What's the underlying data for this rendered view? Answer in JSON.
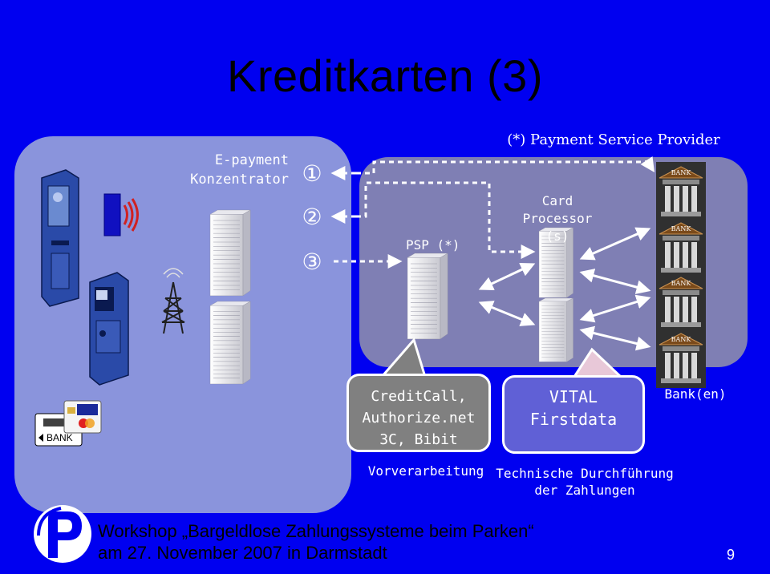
{
  "slide": {
    "title": "Kreditkarten (3)",
    "page_number": "9"
  },
  "diagram": {
    "concentrator_label": [
      "E-payment",
      "Konzentrator"
    ],
    "psp_header": "(*) Payment Service Provider",
    "card_processor_label": [
      "Card",
      "Processor (s)"
    ],
    "psp_label": "PSP (*)",
    "steps": [
      "①",
      "②",
      "③"
    ],
    "bank_icon_text": "BANK",
    "bank_card_text": "BANK",
    "processors_box": [
      "CreditCall,",
      "Authorize.net",
      "3C, Bibit"
    ],
    "vital_box": [
      "VITAL",
      "Firstdata"
    ],
    "banks_label": "Bank(en)",
    "caption_preprocessing": "Vorverarbeitung",
    "caption_execution": [
      "Technische Durchführung",
      "der Zahlungen"
    ]
  },
  "footer": {
    "line1": "Workshop „Bargeldlose Zahlungssysteme beim Parken“",
    "line2": "am 27. November 2007 in Darmstadt"
  },
  "colors": {
    "background": "#0000f0",
    "panel_left": "#8a94dc",
    "panel_right": "#7f7fb4",
    "box_grey": "#808080",
    "box_vital": "#6060d6"
  }
}
